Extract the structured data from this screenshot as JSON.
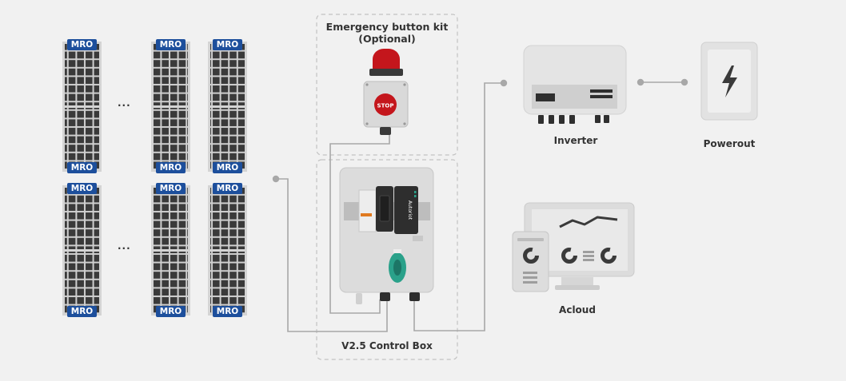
{
  "panels": {
    "tag_label": "MRO",
    "ellipsis": "..."
  },
  "emergency": {
    "title_line1": "Emergency button kit",
    "title_line2": "(Optional)",
    "stop_label": "STOP"
  },
  "control_box": {
    "label": "V2.5 Control Box",
    "brand": "Autoriot"
  },
  "inverter": {
    "label": "Inverter"
  },
  "powerout": {
    "label": "Powerout"
  },
  "acloud": {
    "label": "Acloud"
  },
  "colors": {
    "background": "#f1f1f1",
    "panel_dark": "#3c3c3c",
    "panel_frame": "#d4d4d4",
    "tag_blue": "#1d4f9c",
    "ct_green": "#2aa18a",
    "beacon_red": "#c4161c",
    "line_gray": "#a9a9a9",
    "dash_gray": "#bdbdbd"
  },
  "icons": [
    "lightning-bolt-icon",
    "chart-line-icon",
    "donut-chart-icon"
  ]
}
